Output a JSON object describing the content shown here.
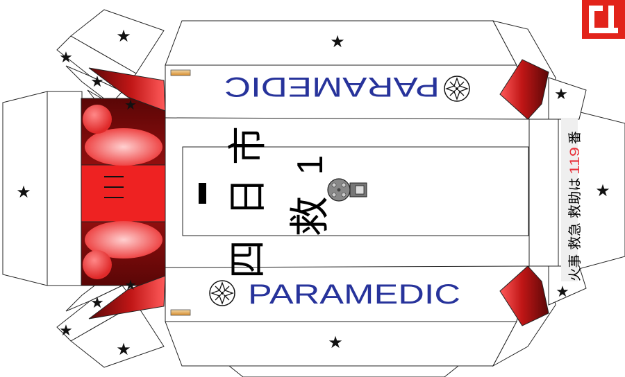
{
  "template": {
    "paramedic_top": "PARAMEDIC",
    "paramedic_bottom": "PARAMEDIC",
    "city_chars": [
      "四",
      "日",
      "市"
    ],
    "dash_mark": "ー",
    "unit_char": "救",
    "unit_number": "1",
    "rear_phone_prefix": "火事 救急 救助は",
    "rear_phone_number": "119",
    "rear_phone_suffix": "番",
    "star_glyph": "★",
    "logo_glyph": "凸"
  },
  "colors": {
    "paramedic_text": "#27339b",
    "phone_number": "#e8313a",
    "red_dark": "#6e0b0b",
    "red_mid": "#c81818",
    "red_bright": "#ee2a2a",
    "logo_red": "#e2231a",
    "beacon_amber": "#e0a040"
  }
}
